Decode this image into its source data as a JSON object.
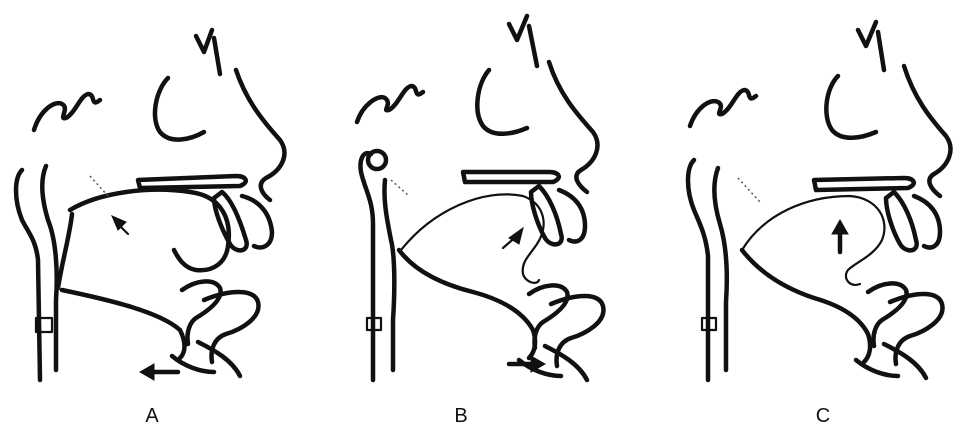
{
  "figure": {
    "panels": [
      {
        "label": "A"
      },
      {
        "label": "B"
      },
      {
        "label": "C"
      }
    ]
  },
  "colors": {
    "ink": "#111111",
    "background": "#ffffff"
  }
}
